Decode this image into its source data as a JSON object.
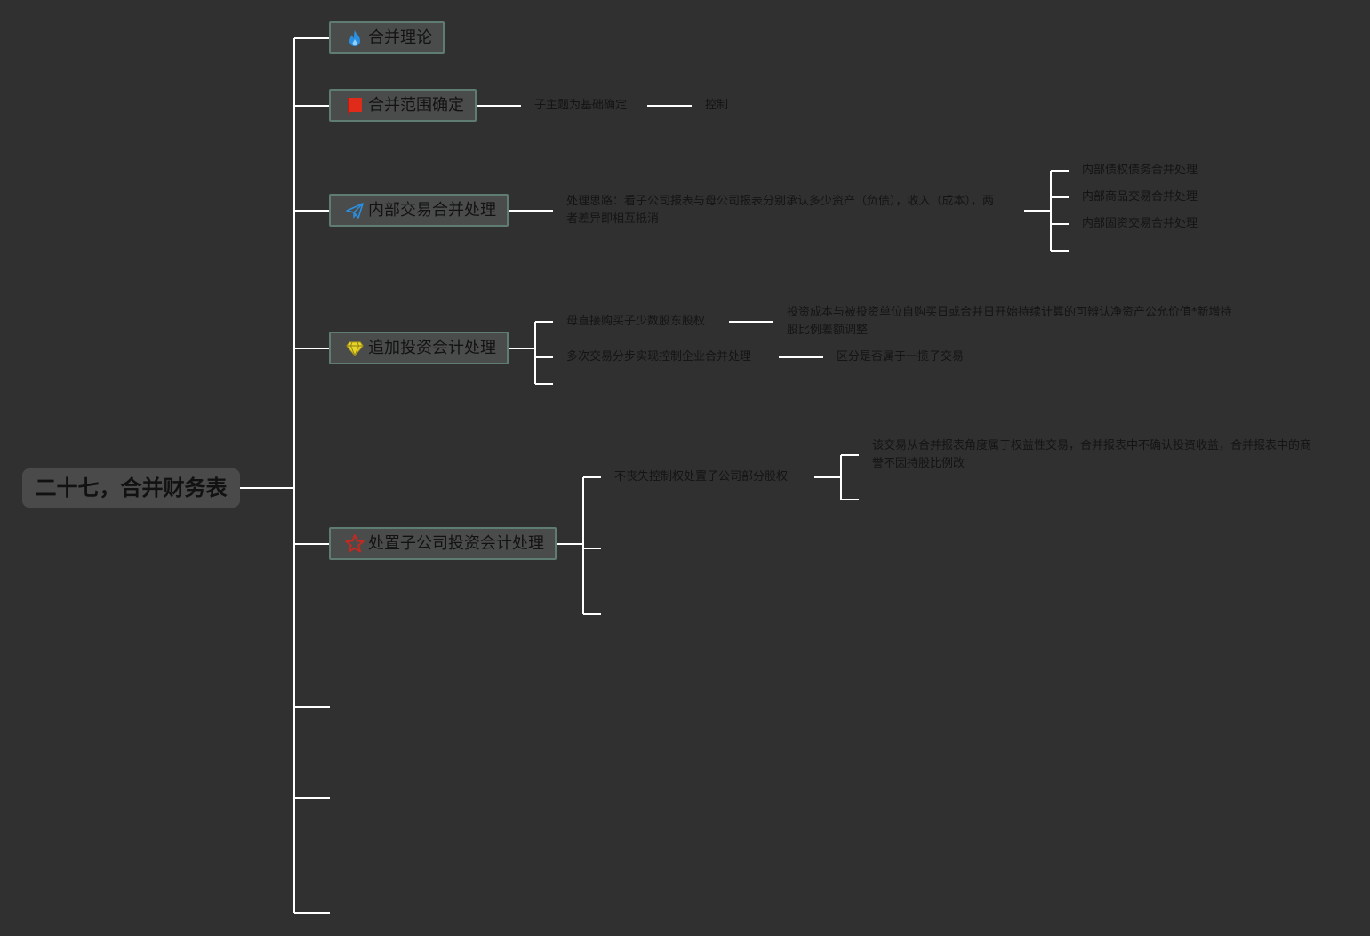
{
  "root": {
    "label": "二十七，合并财务表"
  },
  "topics": [
    {
      "label": "合并理论",
      "icon": "fire-icon",
      "icon_color": "#2a8fe0"
    },
    {
      "label": "合并范围确定",
      "icon": "red-flag-icon",
      "icon_color": "#e02a1a"
    },
    {
      "label": "内部交易合并处理",
      "icon": "paper-plane-icon",
      "icon_color": "#2a8fe0"
    },
    {
      "label": "追加投资会计处理",
      "icon": "diamond-icon",
      "icon_color": "#e8d52a"
    },
    {
      "label": "处置子公司投资会计处理",
      "icon": "star-icon",
      "icon_color": "#c8281e"
    }
  ],
  "scope": {
    "child": "子主题为基础确定",
    "grandchild": "控制"
  },
  "internal": {
    "approach": "处理思路：看子公司报表与母公司报表分别承认多少资产（负债），收入（成本），两者差异即相互抵消",
    "items": [
      "内部债权债务合并处理",
      "内部商品交易合并处理",
      "内部固资交易合并处理"
    ]
  },
  "additional": {
    "item1": "母直接购买子少数股东股权",
    "item1_detail": "投资成本与被投资单位自购买日或合并日开始持续计算的可辨认净资产公允价值*新增持股比例差额调整",
    "item2": "多次交易分步实现控制企业合并处理",
    "item2_detail": "区分是否属于一揽子交易"
  },
  "disposal": {
    "item1": "不丧失控制权处置子公司部分股权",
    "item1_detail": "该交易从合并报表角度属于权益性交易，合并报表中不确认投资收益，合并报表中的商誉不因持股比例改"
  },
  "colors": {
    "background": "#303030",
    "line": "#ffffff",
    "text": "#141414",
    "topic_fill": "#4a4c4b",
    "topic_border": "#5e7c71"
  }
}
